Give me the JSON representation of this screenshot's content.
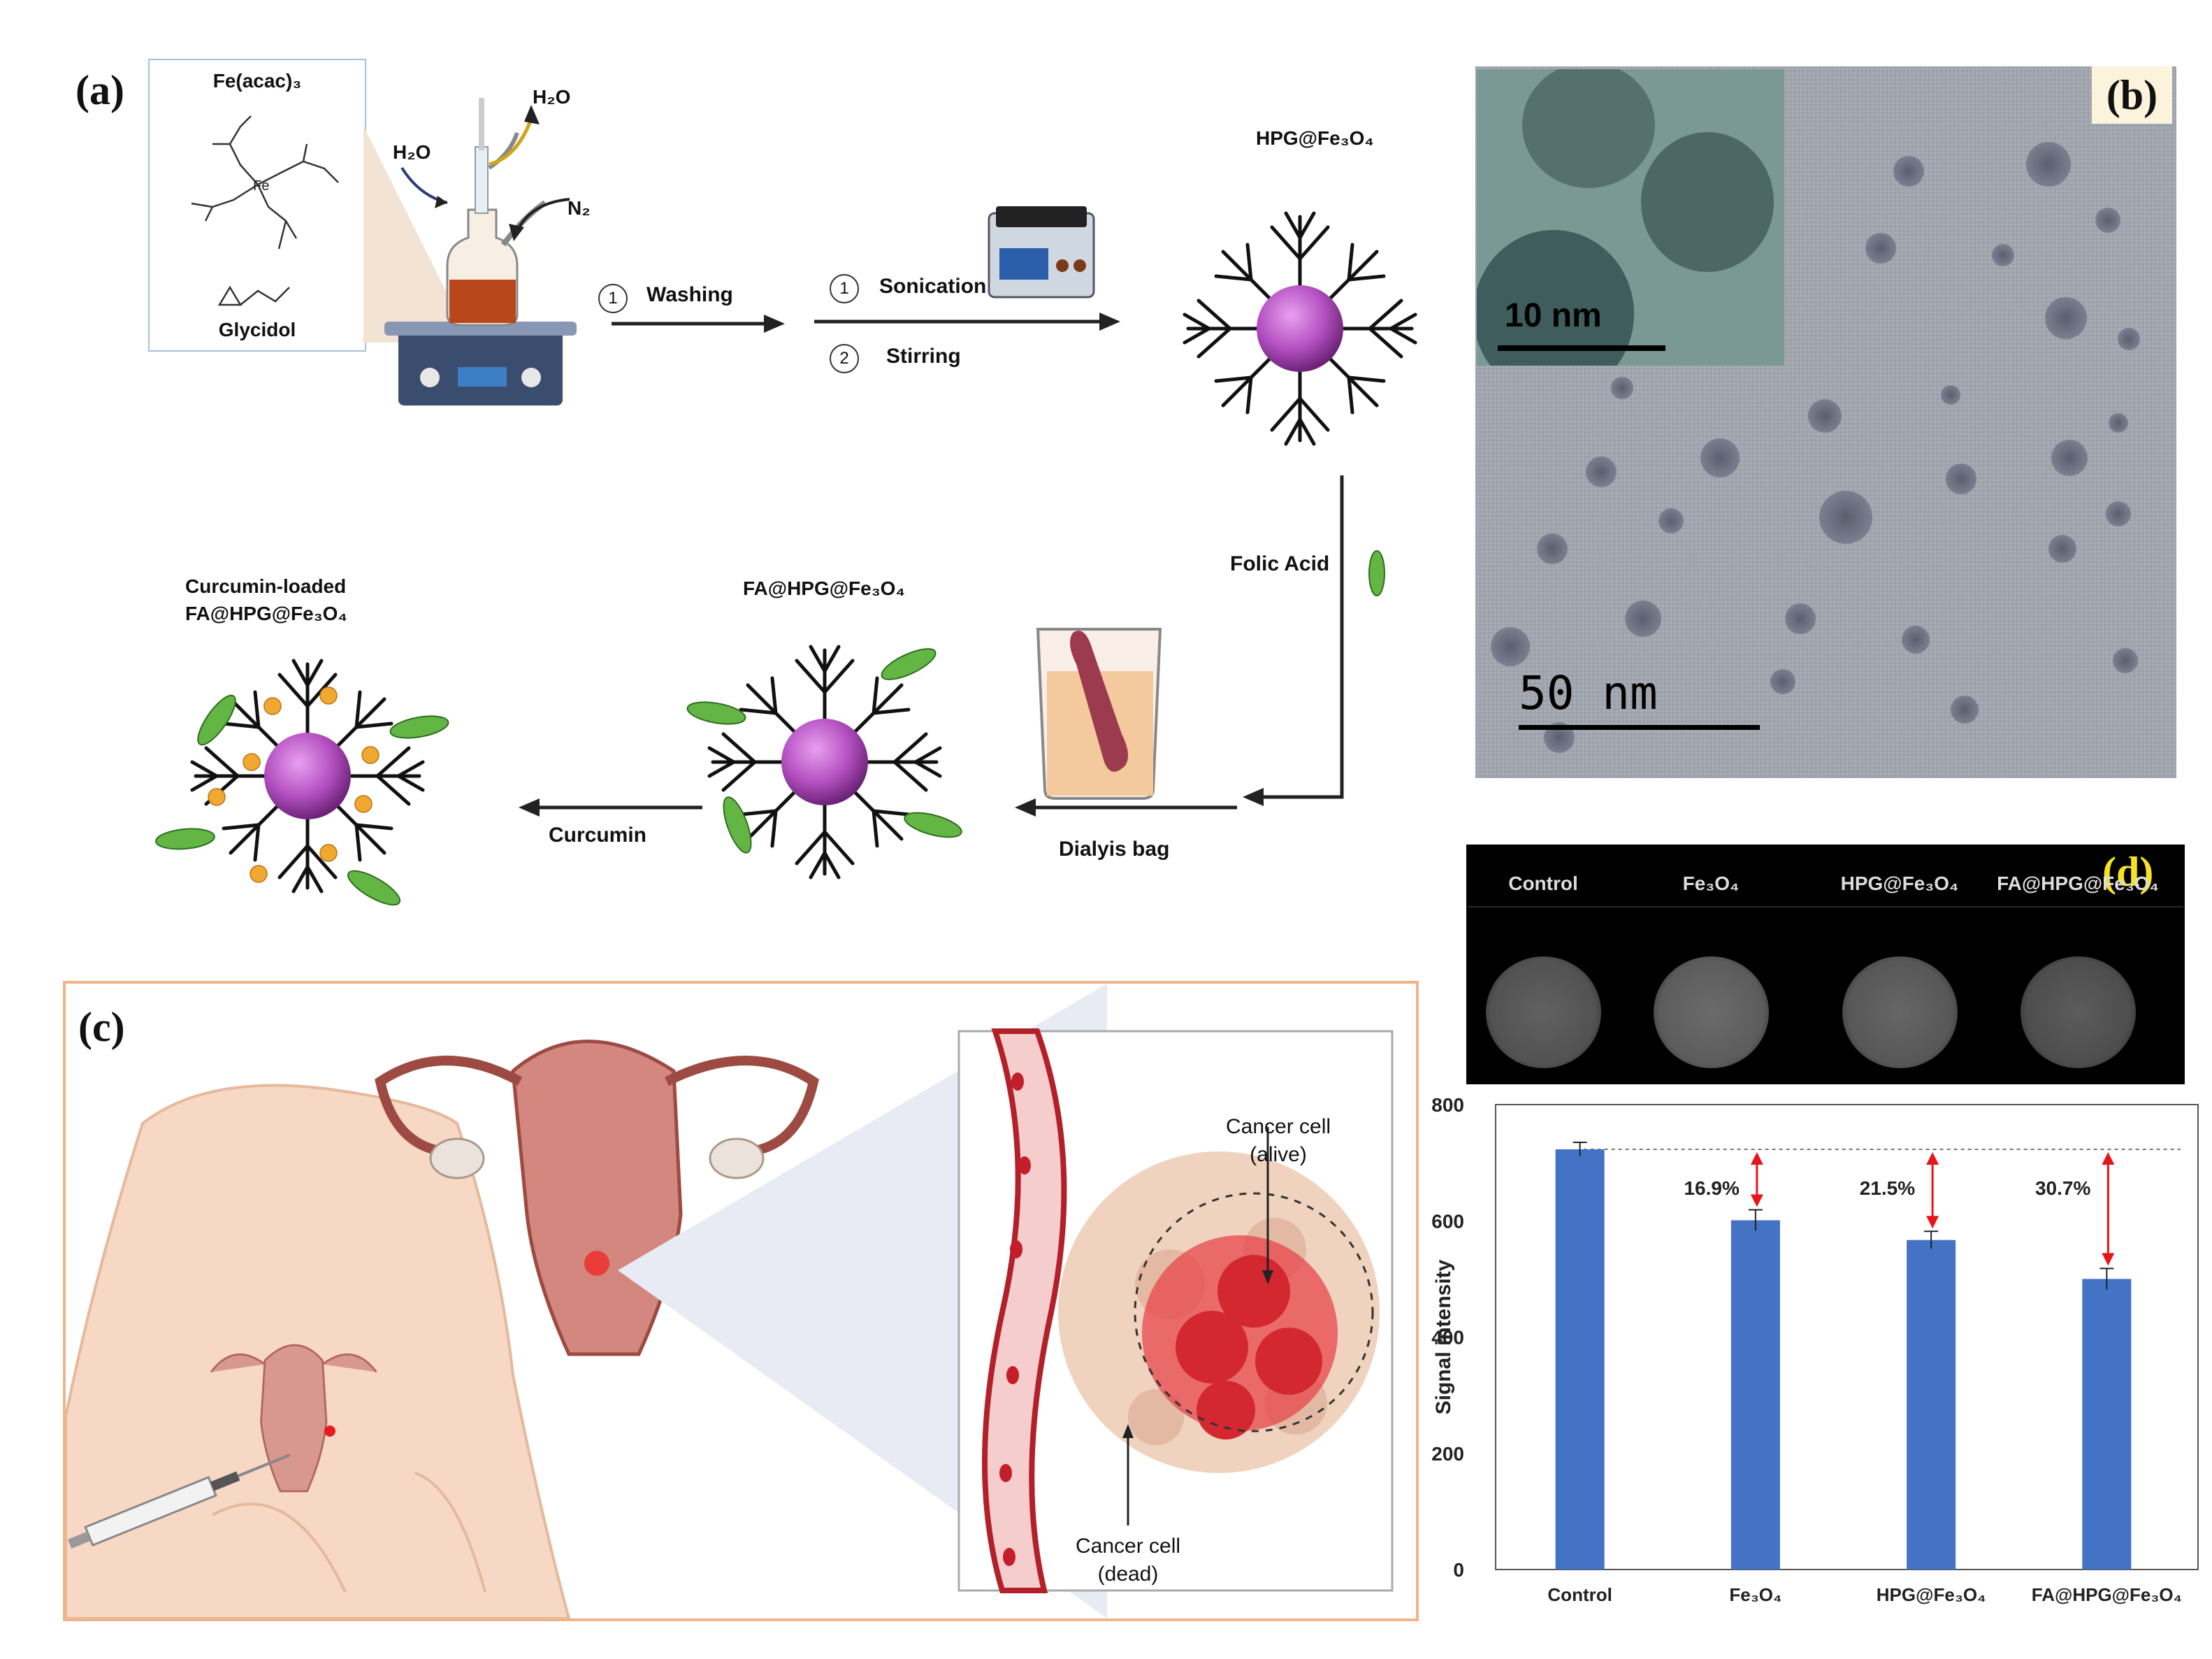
{
  "panel_a": {
    "label": "(a)",
    "reagent_title": "Fe(acac)₃",
    "fe_label": "Fe",
    "glycidol": "Glycidol",
    "h2o_in": "H₂O",
    "h2o_out": "H₂O",
    "n2": "N₂",
    "washing_step": "1",
    "washing": "Washing",
    "sonication_step": "1",
    "sonication": "Sonication",
    "stirring_step": "2",
    "stirring": "Stirring",
    "hpg_product": "HPG@Fe₃O₄",
    "folic_acid": "Folic Acid",
    "dialysis": "Dialyis bag",
    "fa_product": "FA@HPG@Fe₃O₄",
    "curcumin": "Curcumin",
    "final_line1": "Curcumin-loaded",
    "final_line2": "FA@HPG@Fe₃O₄"
  },
  "panel_b": {
    "label": "(b)",
    "inset_scale": "10 nm",
    "main_scale": "50 nm"
  },
  "panel_c": {
    "label": "(c)",
    "alive_line1": "Cancer cell",
    "alive_line2": "(alive)",
    "dead_line1": "Cancer cell",
    "dead_line2": "(dead)"
  },
  "panel_d": {
    "label": "(d)",
    "mri_labels": [
      "Control",
      "Fe₃O₄",
      "HPG@Fe₃O₄",
      "FA@HPG@Fe₃O₄"
    ],
    "mri_gray": [
      0.38,
      0.42,
      0.4,
      0.36
    ]
  },
  "chart_data": {
    "type": "bar",
    "categories": [
      "Control",
      "Fe₃O₄",
      "HPG@Fe₃O₄",
      "FA@HPG@Fe₃O₄"
    ],
    "values": [
      723,
      601,
      567,
      500
    ],
    "errors": [
      12,
      18,
      15,
      18
    ],
    "reduction_labels": [
      "",
      "16.9%",
      "21.5%",
      "30.7%"
    ],
    "reference_value": 723,
    "xlabel": "",
    "ylabel": "Signal intensity",
    "ylim": [
      0,
      800
    ],
    "yticks": [
      0,
      200,
      400,
      600,
      800
    ],
    "bar_color": "#4472C4",
    "arrow_color": "#e8141b",
    "grid": false
  },
  "colors": {
    "nanoparticle": "#b44fc1",
    "ligand": "#63b643",
    "curcumin_dot": "#f0a830",
    "uterus": "#d4877f",
    "skin": "#f6d8c5",
    "panel_c_border": "#f0b48a"
  }
}
